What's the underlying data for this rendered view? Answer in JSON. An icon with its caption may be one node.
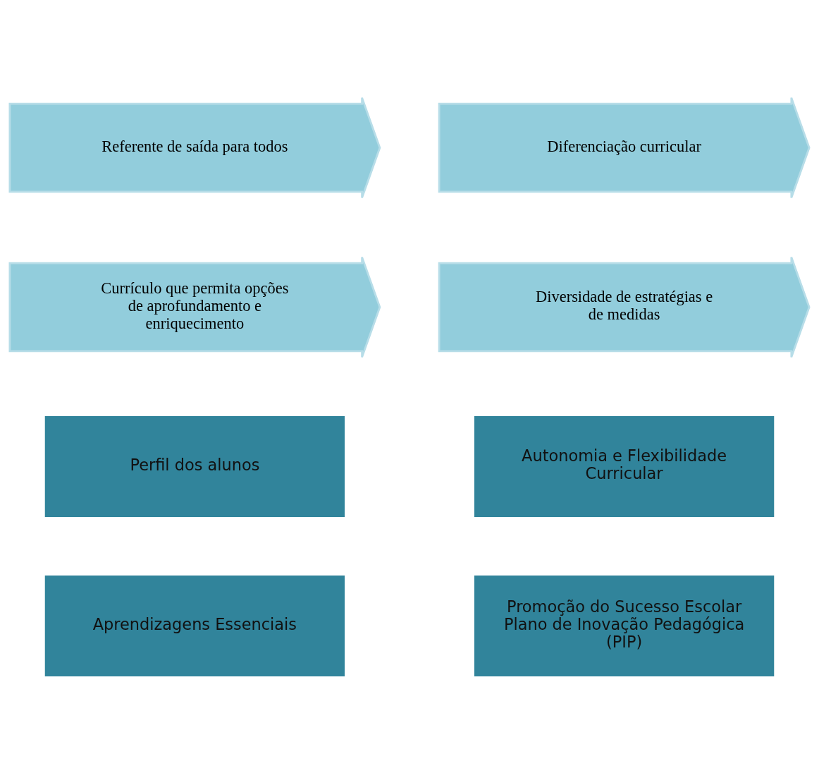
{
  "diagram": {
    "nodes": [
      {
        "text": [
          "Referente de saída para todos"
        ]
      },
      {
        "text": [
          "Diferenciação curricular"
        ]
      },
      {
        "text": [
          "Currículo que permita opções de aprofundamento e enriquecimento"
        ]
      },
      {
        "text": [
          "Diversidade de estratégias e de medidas"
        ]
      },
      {
        "text": [
          "Perfil dos alunos"
        ]
      },
      {
        "text": [
          "Autonomia e Flexibilidade Curricular"
        ]
      },
      {
        "text": [
          "Aprendizagens Essenciais"
        ]
      },
      {
        "text": [
          "Promoção do Sucesso Escolar",
          "Plano de Inovação Pedagógica (PIP)"
        ]
      }
    ]
  }
}
